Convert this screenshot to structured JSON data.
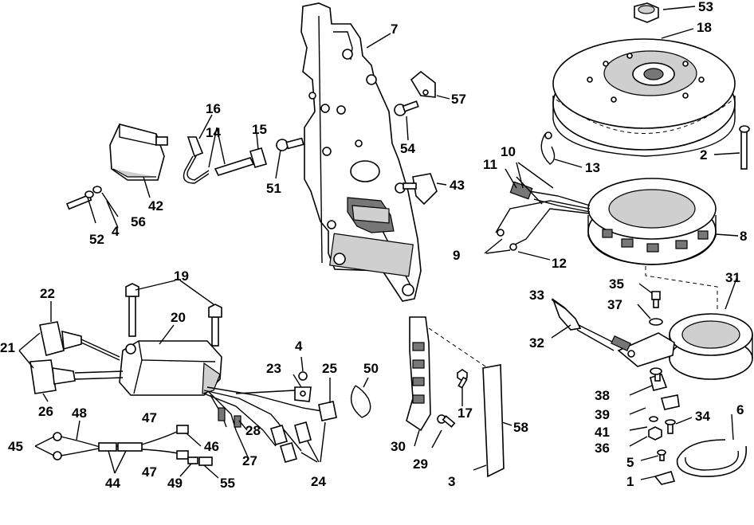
{
  "labels": {
    "l1": "1",
    "l2": "2",
    "l3": "3",
    "l4a": "4",
    "l4b": "4",
    "l5": "5",
    "l6": "6",
    "l7": "7",
    "l8": "8",
    "l9": "9",
    "l10": "10",
    "l11": "11",
    "l12": "12",
    "l13": "13",
    "l14": "14",
    "l15": "15",
    "l16": "16",
    "l17": "17",
    "l18": "18",
    "l19": "19",
    "l20": "20",
    "l21": "21",
    "l22": "22",
    "l23": "23",
    "l24": "24",
    "l25": "25",
    "l26": "26",
    "l27": "27",
    "l28": "28",
    "l29": "29",
    "l30": "30",
    "l31": "31",
    "l32": "32",
    "l33": "33",
    "l34": "34",
    "l35": "35",
    "l36": "36",
    "l37": "37",
    "l38": "38",
    "l39": "39",
    "l41": "41",
    "l42": "42",
    "l43": "43",
    "l44": "44",
    "l45": "45",
    "l46": "46",
    "l47a": "47",
    "l47b": "47",
    "l48": "48",
    "l49": "49",
    "l50": "50",
    "l51": "51",
    "l52": "52",
    "l53": "53",
    "l54": "54",
    "l55": "55",
    "l56": "56",
    "l57": "57",
    "l58": "58"
  }
}
